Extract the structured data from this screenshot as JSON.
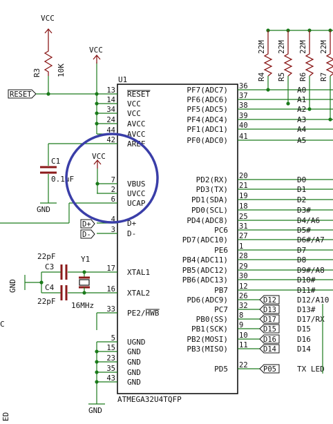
{
  "chip": {
    "ref": "U1",
    "part": "ATMEGA32U4TQFP",
    "left_pins": [
      {
        "num": "13",
        "name": "RESET"
      },
      {
        "num": "14",
        "name": "VCC"
      },
      {
        "num": "34",
        "name": "VCC"
      },
      {
        "num": "24",
        "name": "AVCC"
      },
      {
        "num": "44",
        "name": "AVCC"
      },
      {
        "num": "42",
        "name": "AREF"
      },
      {
        "num": "7",
        "name": "VBUS"
      },
      {
        "num": "2",
        "name": "UVCC"
      },
      {
        "num": "6",
        "name": "UCAP"
      },
      {
        "num": "4",
        "name": "D+"
      },
      {
        "num": "3",
        "name": "D-"
      },
      {
        "num": "17",
        "name": "XTAL1"
      },
      {
        "num": "16",
        "name": "XTAL2"
      },
      {
        "num": "33",
        "name": "PE2/HWB"
      },
      {
        "num": "5",
        "name": "UGND"
      },
      {
        "num": "15",
        "name": "GND"
      },
      {
        "num": "23",
        "name": "GND"
      },
      {
        "num": "35",
        "name": "GND"
      },
      {
        "num": "43",
        "name": "GND"
      }
    ],
    "right_pins": [
      {
        "num": "36",
        "name": "PF7(ADC7)",
        "net": "A0"
      },
      {
        "num": "37",
        "name": "PF6(ADC6)",
        "net": "A1"
      },
      {
        "num": "38",
        "name": "PF5(ADC5)",
        "net": "A2"
      },
      {
        "num": "39",
        "name": "PF4(ADC4)",
        "net": "A3"
      },
      {
        "num": "40",
        "name": "PF1(ADC1)",
        "net": "A4"
      },
      {
        "num": "41",
        "name": "PF0(ADC0)",
        "net": "A5"
      },
      {
        "num": "20",
        "name": "PD2(RX)",
        "net": "D0"
      },
      {
        "num": "21",
        "name": "PD3(TX)",
        "net": "D1"
      },
      {
        "num": "19",
        "name": "PD1(SDA)",
        "net": "D2"
      },
      {
        "num": "18",
        "name": "PD0(SCL)",
        "net": "D3#"
      },
      {
        "num": "25",
        "name": "PD4(ADC8)",
        "net": "D4/A6"
      },
      {
        "num": "31",
        "name": "PC6",
        "net": "D5#"
      },
      {
        "num": "27",
        "name": "PD7(ADC10)",
        "net": "D6#/A7"
      },
      {
        "num": "1",
        "name": "PE6",
        "net": "D7"
      },
      {
        "num": "28",
        "name": "PB4(ADC11)",
        "net": "D8"
      },
      {
        "num": "29",
        "name": "PB5(ADC12)",
        "net": "D9#/A8"
      },
      {
        "num": "30",
        "name": "PB6(ADC13)",
        "net": "D10#"
      },
      {
        "num": "12",
        "name": "PB7",
        "net": "D11#"
      },
      {
        "num": "26",
        "name": "PD6(ADC9)",
        "flag": "D12",
        "net": "D12/A10"
      },
      {
        "num": "32",
        "name": "PC7",
        "flag": "D13",
        "net": "D13#"
      },
      {
        "num": "8",
        "name": "PB0(SS)",
        "flag": "D17",
        "net": "D17/RX"
      },
      {
        "num": "9",
        "name": "PB1(SCK)",
        "flag": "D15",
        "net": "D15"
      },
      {
        "num": "10",
        "name": "PB2(MOSI)",
        "flag": "D16",
        "net": "D16"
      },
      {
        "num": "11",
        "name": "PB3(MISO)",
        "flag": "D14",
        "net": "D14"
      },
      {
        "num": "22",
        "name": "PD5",
        "flag": "P05",
        "net": "TX LED"
      }
    ]
  },
  "power": {
    "vcc": "VCC",
    "gnd": "GND"
  },
  "reset_flag": "RESET",
  "r3": {
    "ref": "R3",
    "value": "10K"
  },
  "pullups": [
    {
      "ref": "R4",
      "value": "22M"
    },
    {
      "ref": "R5",
      "value": "22M"
    },
    {
      "ref": "R6",
      "value": "22M"
    },
    {
      "ref": "R7",
      "value": "22M"
    }
  ],
  "c1": {
    "ref": "C1",
    "value": "0.1uF"
  },
  "c3": {
    "ref": "C3",
    "value": "22pF"
  },
  "c4": {
    "ref": "C4",
    "value": "22pF"
  },
  "y1": {
    "ref": "Y1",
    "value": "16MHz"
  },
  "usb_flags": {
    "dp": "D+",
    "dm": "D-"
  },
  "edge_text": {
    "left_c": "C",
    "left_ed": "ED"
  }
}
